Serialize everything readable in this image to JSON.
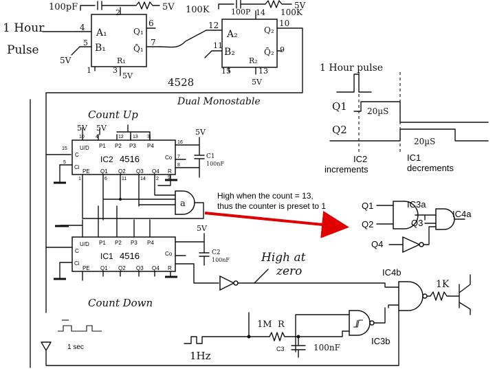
{
  "colors": {
    "ink": "#111111",
    "arrow": "#e00000"
  },
  "mono": {
    "chip": "4528",
    "caption": "Dual Monostable",
    "cap1": "100pF",
    "res1": "5V",
    "res1b": "100K",
    "cap2": "100P",
    "res2": "100K",
    "res2v": "5V",
    "pins1": {
      "p2": "2",
      "p4": "4",
      "p5": "5",
      "p6": "6",
      "p7": "7",
      "p1": "1",
      "p3": "3"
    },
    "pins2": {
      "p14": "14",
      "p12": "12",
      "p10": "10",
      "p11": "11",
      "p9": "9",
      "p15": "15",
      "p13": "13"
    },
    "A1": "A₁",
    "B1": "B₁",
    "Q1": "Q₁",
    "Q1b": "Q̄₁",
    "R1": "R₁",
    "v1": "5V",
    "v1b": "5V",
    "A2": "A₂",
    "B2": "B₂",
    "Q2": "Q₂",
    "Q2b": "Q̄₂",
    "R2": "R₂",
    "v2": "5V"
  },
  "input": {
    "line1": "1 Hour",
    "line2": "Pulse"
  },
  "ic2": {
    "title": "Count Up",
    "name": "IC2",
    "part": "4516",
    "v1": "5V",
    "v2": "5V",
    "vcap": "5V",
    "cap": "C1",
    "capv": "100nF",
    "ud": "U/D",
    "c": "C",
    "ci": "Ci",
    "pe": "PE",
    "co": "Co",
    "p1": "P1",
    "p2": "P2",
    "p3": "P3",
    "p4": "P4",
    "q1": "Q1",
    "q2": "Q2",
    "q3": "Q3",
    "q4": "Q4",
    "r": "R"
  },
  "ic1": {
    "title": "Count Down",
    "name": "IC1",
    "part": "4516",
    "vcap": "5V",
    "cap": "C2",
    "capv": "100nF",
    "ud": "U/D",
    "c": "C",
    "ci": "Ci",
    "pe": "PE",
    "co": "Co",
    "p1": "P1",
    "p2": "P2",
    "p3": "P3",
    "p4": "P4",
    "q1": "Q1",
    "q2": "Q2",
    "q3": "Q3",
    "q4": "Q4",
    "r": "R"
  },
  "pin_numbers": {
    "top": [
      "10",
      "4",
      "12",
      "13",
      "3"
    ],
    "left": [
      "15",
      "5"
    ],
    "right": [
      "16",
      "7",
      "8"
    ],
    "bottom": [
      "1",
      "6",
      "11",
      "14",
      "2",
      "9"
    ]
  },
  "gate_a": "a",
  "note": {
    "line1": "High when the count = 13,",
    "line2": "thus the counter is preset to 1"
  },
  "logic": {
    "in1": "Q1",
    "in2": "Q2",
    "in3": "Q3",
    "in4": "Q4",
    "g1": "IC3a",
    "g2": "IC4a"
  },
  "timing": {
    "title": "1 Hour pulse",
    "q1": "Q1",
    "q2": "Q2",
    "t1": "20µS",
    "t2": "20µS",
    "label1a": "IC2",
    "label1b": "increments",
    "label2a": "IC1",
    "label2b": "decrements"
  },
  "bottom": {
    "high_line1": "High at",
    "high_line2": "zero",
    "ic4b": "IC4b",
    "ic3b": "IC3b",
    "res": "1M",
    "r": "R",
    "cap": "C3",
    "capv": "100nF",
    "freq": "1Hz",
    "out_res": "1K",
    "sec": "1 sec"
  }
}
